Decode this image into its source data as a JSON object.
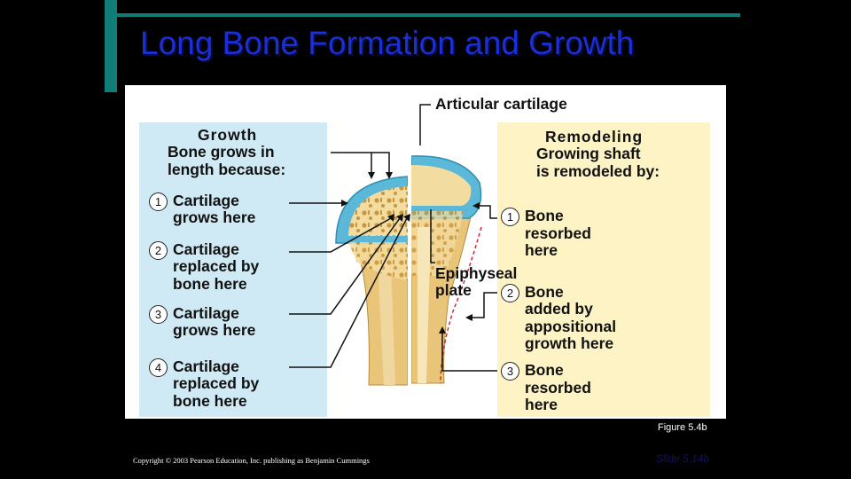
{
  "slide": {
    "title": "Long Bone Formation and Growth",
    "figure_label": "Figure 5.4b",
    "copyright": "Copyright © 2003 Pearson Education, Inc. publishing as Benjamin Cummings",
    "slide_number": "Slide 5.14b"
  },
  "diagram": {
    "articular_label": "Articular cartilage",
    "epiphyseal_label_1": "Epiphyseal",
    "epiphyseal_label_2": "plate",
    "growth": {
      "heading": "Growth",
      "subtitle_1": "Bone grows in",
      "subtitle_2": "length because:",
      "items": [
        {
          "num": "1",
          "line1": "Cartilage",
          "line2": "grows here",
          "line3": ""
        },
        {
          "num": "2",
          "line1": "Cartilage",
          "line2": "replaced by",
          "line3": "bone here"
        },
        {
          "num": "3",
          "line1": "Cartilage",
          "line2": "grows here",
          "line3": ""
        },
        {
          "num": "4",
          "line1": "Cartilage",
          "line2": "replaced by",
          "line3": "bone here"
        }
      ]
    },
    "remodeling": {
      "heading": "Remodeling",
      "subtitle_1": "Growing shaft",
      "subtitle_2": "is remodeled by:",
      "items": [
        {
          "num": "1",
          "line1": "Bone",
          "line2": "resorbed",
          "line3": "here",
          "line4": ""
        },
        {
          "num": "2",
          "line1": "Bone",
          "line2": "added by",
          "line3": "appositional",
          "line4": "growth here"
        },
        {
          "num": "3",
          "line1": "Bone",
          "line2": "resorbed",
          "line3": "here",
          "line4": ""
        }
      ]
    }
  },
  "colors": {
    "title": "#1a2fd6",
    "accent": "#117d79",
    "growth_panel": "#cfeaf4",
    "remodel_panel": "#fdf3c5",
    "cartilage": "#5bb8d8",
    "bone": "#e9c57a",
    "resorption_line": "#c8202a"
  }
}
